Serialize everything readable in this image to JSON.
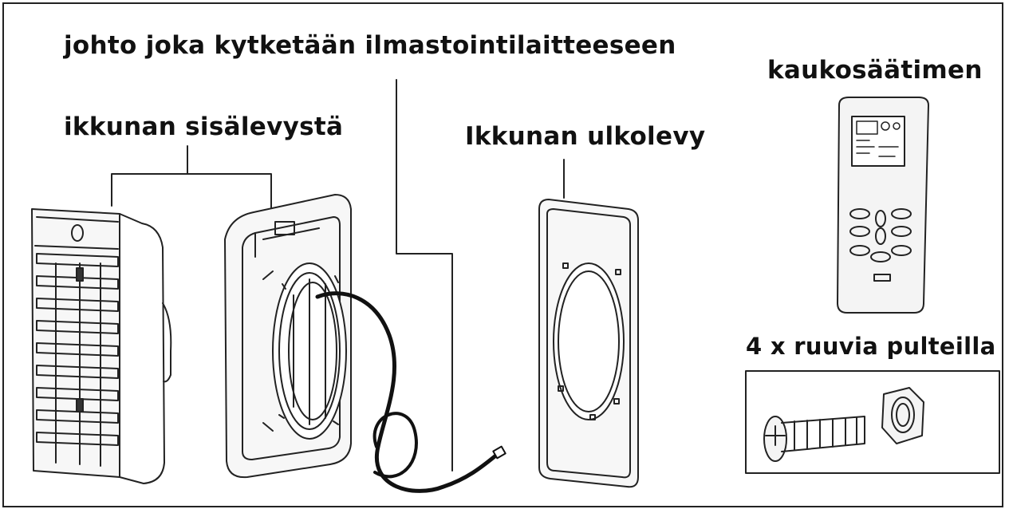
{
  "labels": {
    "cable": "johto joka kytketään ilmastointilaitteeseen",
    "inner_plate": "ikkunan sisälevystä",
    "outer_plate": "Ikkunan ulkolevy",
    "remote": "kaukosäätimen",
    "screws": "4 x ruuvia pulteilla"
  },
  "colors": {
    "line": "#222222",
    "fill": "#f4f4f4",
    "cable": "#111111"
  }
}
